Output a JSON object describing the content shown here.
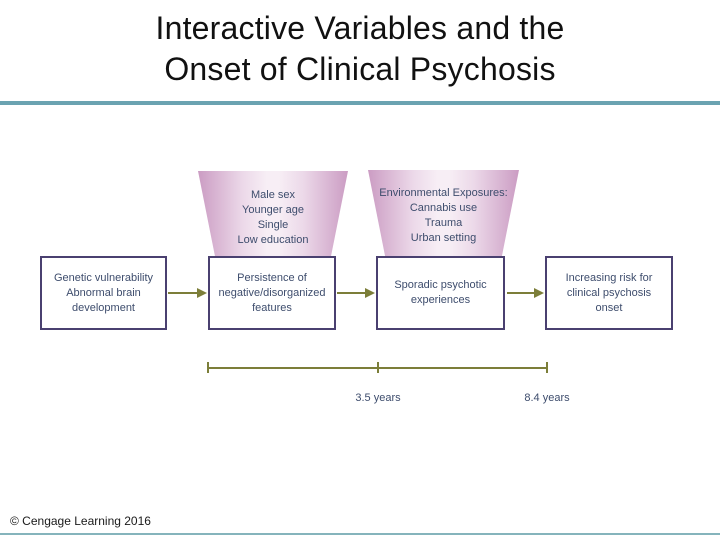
{
  "slide": {
    "title": "Interactive Variables and the\nOnset of Clinical Psychosis",
    "copyright": "© Cengage Learning 2016"
  },
  "diagram": {
    "funnels": [
      {
        "name": "demographic-risk-factors",
        "text": "Male sex\nYounger age\nSingle\nLow education"
      },
      {
        "name": "environmental-exposures",
        "text": "Environmental Exposures:\nCannabis use\nTrauma\nUrban setting"
      }
    ],
    "boxes": [
      {
        "name": "genetic-vulnerability",
        "text": "Genetic vulnerability\nAbnormal brain\ndevelopment"
      },
      {
        "name": "persistence-negative-features",
        "text": "Persistence of\nnegative/disorganized\nfeatures"
      },
      {
        "name": "sporadic-psychotic-experiences",
        "text": "Sporadic psychotic\nexperiences"
      },
      {
        "name": "increasing-risk-onset",
        "text": "Increasing risk for\nclinical psychosis\nonset"
      }
    ],
    "timeline": {
      "segment1_label": "3.5 years",
      "segment2_label": "8.4 years"
    }
  },
  "colors": {
    "accent_teal": "#6ba3b1",
    "bottom_rule_teal": "#85b4bc",
    "olive_arrow": "#7c7e39",
    "funnel_edge_pink": "#cb9cc3",
    "funnel_center_pink": "#f7eef5",
    "diagram_text": "#3e4d6d",
    "box_border": "#4a4070"
  }
}
